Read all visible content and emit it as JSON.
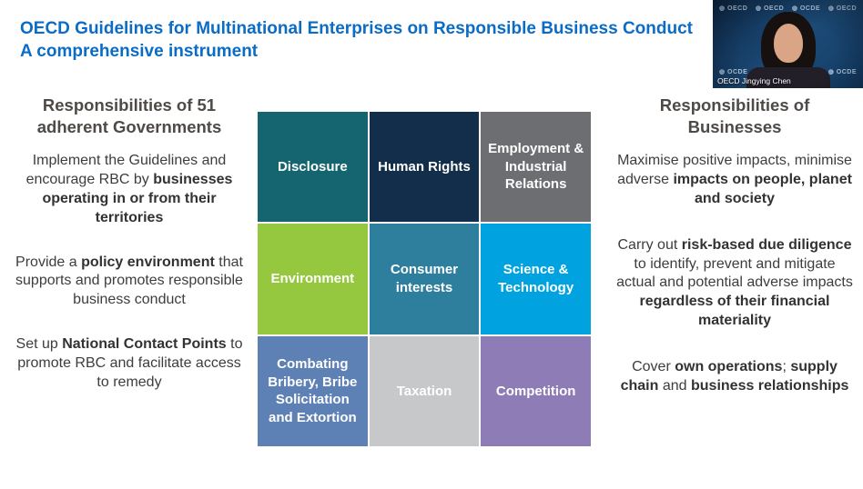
{
  "title": {
    "line1": "OECD Guidelines for Multinational Enterprises on Responsible Business Conduct",
    "line2": "A comprehensive instrument"
  },
  "left_panel": {
    "heading": "Responsibilities of 51 adherent Governments",
    "paragraphs": [
      {
        "segments": [
          {
            "text": "Implement the Guidelines and encourage RBC by ",
            "bold": false
          },
          {
            "text": "businesses operating in or from their territories",
            "bold": true
          }
        ]
      },
      {
        "segments": [
          {
            "text": "Provide a ",
            "bold": false
          },
          {
            "text": "policy environment",
            "bold": true
          },
          {
            "text": " that supports and promotes responsible business conduct",
            "bold": false
          }
        ]
      },
      {
        "segments": [
          {
            "text": "Set up ",
            "bold": false
          },
          {
            "text": "National Contact Points",
            "bold": true
          },
          {
            "text": " to promote RBC and facilitate access to remedy",
            "bold": false
          }
        ]
      }
    ]
  },
  "grid": {
    "tiles": [
      {
        "label": "Disclosure",
        "color": "#156571",
        "text_color": "#ffffff"
      },
      {
        "label": "Human Rights",
        "color": "#122e4a",
        "text_color": "#ffffff"
      },
      {
        "label": "Employment & Industrial Relations",
        "color": "#6d6e71",
        "text_color": "#ffffff"
      },
      {
        "label": "Environment",
        "color": "#95c83e",
        "text_color": "#ffffff"
      },
      {
        "label": "Consumer interests",
        "color": "#2e7e9d",
        "text_color": "#ffffff"
      },
      {
        "label": "Science & Technology",
        "color": "#00a3e0",
        "text_color": "#ffffff"
      },
      {
        "label": "Combating Bribery, Bribe Solicitation and Extortion",
        "color": "#5d80b5",
        "text_color": "#ffffff"
      },
      {
        "label": "Taxation",
        "color": "#c7c8ca",
        "text_color": "#ffffff"
      },
      {
        "label": "Competition",
        "color": "#8d7cb6",
        "text_color": "#ffffff"
      }
    ]
  },
  "right_panel": {
    "heading": "Responsibilities of Businesses",
    "paragraphs": [
      {
        "segments": [
          {
            "text": "Maximise positive impacts, minimise  adverse ",
            "bold": false
          },
          {
            "text": "impacts on people, planet and society",
            "bold": true
          }
        ]
      },
      {
        "segments": [
          {
            "text": "Carry out ",
            "bold": false
          },
          {
            "text": "risk-based due diligence",
            "bold": true
          },
          {
            "text": " to identify, prevent and mitigate actual and potential adverse impacts ",
            "bold": false
          },
          {
            "text": "regardless of their financial materiality",
            "bold": true
          }
        ]
      },
      {
        "segments": [
          {
            "text": "Cover ",
            "bold": false
          },
          {
            "text": "own operations",
            "bold": true
          },
          {
            "text": "; ",
            "bold": false
          },
          {
            "text": "supply chain",
            "bold": true
          },
          {
            "text": " and ",
            "bold": false
          },
          {
            "text": "business relationships",
            "bold": true
          }
        ]
      }
    ]
  },
  "webcam": {
    "name_label": "OECD Jingying Chen",
    "logos": [
      "OECD",
      "OECD",
      "OCDE",
      "OECD",
      "OCDE",
      "OECD",
      "OCDE"
    ]
  }
}
